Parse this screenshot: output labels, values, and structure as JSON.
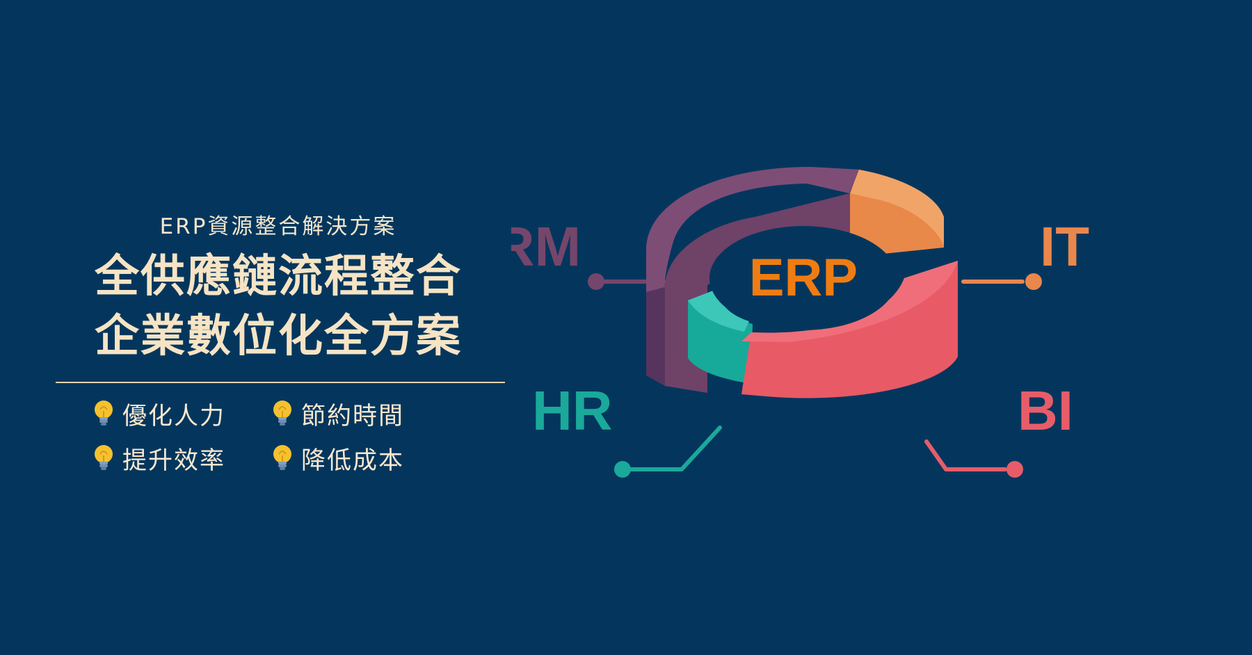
{
  "hero": {
    "subtitle": "ERP資源整合解決方案",
    "headline": [
      "全供應鏈流程整合",
      "企業數位化全方案"
    ]
  },
  "benefits": [
    "優化人力",
    "節約時間",
    "提升效率",
    "降低成本"
  ],
  "diagram": {
    "center_label": "ERP",
    "modules": [
      {
        "label": "CRM",
        "color": "#75466b"
      },
      {
        "label": "IT",
        "color": "#e9874d"
      },
      {
        "label": "HR",
        "color": "#1aa99a"
      },
      {
        "label": "BI",
        "color": "#e65d69"
      }
    ],
    "center_color": "#ef7c13",
    "background": "#04365d"
  }
}
